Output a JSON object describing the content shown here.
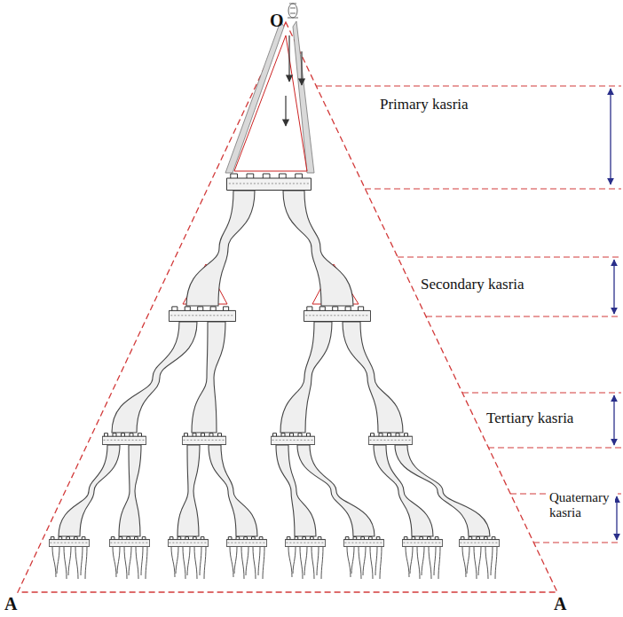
{
  "diagram": {
    "labels": [
      "O",
      "Primary kasria",
      "Secondary kasria",
      "Tertiary kasria",
      "Quaternary kasria",
      "A",
      "A"
    ]
  }
}
